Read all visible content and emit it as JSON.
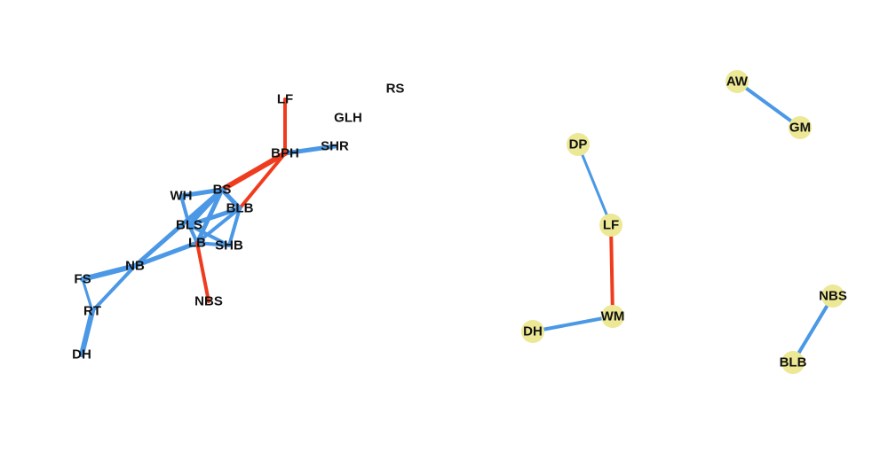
{
  "colors": {
    "positive_edge": "#4a98e6",
    "negative_edge": "#f03c1e",
    "node_fill": "#ece896",
    "label": "#111111"
  },
  "graphs": [
    {
      "id": "network-left",
      "nodes": [
        {
          "id": "LF",
          "label": "LF"
        },
        {
          "id": "GLH",
          "label": "GLH"
        },
        {
          "id": "RS",
          "label": "RS"
        },
        {
          "id": "BPH",
          "label": "BPH"
        },
        {
          "id": "SHR",
          "label": "SHR"
        },
        {
          "id": "WH",
          "label": "WH"
        },
        {
          "id": "BS",
          "label": "BS"
        },
        {
          "id": "BLB",
          "label": "BLB"
        },
        {
          "id": "BLS",
          "label": "BLS"
        },
        {
          "id": "LB",
          "label": "LB"
        },
        {
          "id": "SHB",
          "label": "SHB"
        },
        {
          "id": "NB",
          "label": "NB"
        },
        {
          "id": "FS",
          "label": "FS"
        },
        {
          "id": "RT",
          "label": "RT"
        },
        {
          "id": "NBS",
          "label": "NBS"
        },
        {
          "id": "DH",
          "label": "DH"
        }
      ],
      "edges": [
        {
          "from": "LF",
          "to": "BPH",
          "sign": "negative"
        },
        {
          "from": "BPH",
          "to": "SHR",
          "sign": "positive"
        },
        {
          "from": "BPH",
          "to": "BS",
          "sign": "negative"
        },
        {
          "from": "BPH",
          "to": "BLB",
          "sign": "negative"
        },
        {
          "from": "WH",
          "to": "BS",
          "sign": "positive"
        },
        {
          "from": "WH",
          "to": "BLS",
          "sign": "positive"
        },
        {
          "from": "BS",
          "to": "BLS",
          "sign": "positive"
        },
        {
          "from": "BS",
          "to": "LB",
          "sign": "positive"
        },
        {
          "from": "BS",
          "to": "BLB",
          "sign": "positive"
        },
        {
          "from": "BS",
          "to": "NB",
          "sign": "positive"
        },
        {
          "from": "BLB",
          "to": "BLS",
          "sign": "positive"
        },
        {
          "from": "BLB",
          "to": "LB",
          "sign": "positive"
        },
        {
          "from": "BLB",
          "to": "SHB",
          "sign": "positive"
        },
        {
          "from": "BLS",
          "to": "LB",
          "sign": "positive"
        },
        {
          "from": "BLS",
          "to": "SHB",
          "sign": "positive"
        },
        {
          "from": "LB",
          "to": "SHB",
          "sign": "positive"
        },
        {
          "from": "LB",
          "to": "NB",
          "sign": "positive"
        },
        {
          "from": "LB",
          "to": "NBS",
          "sign": "negative"
        },
        {
          "from": "NB",
          "to": "FS",
          "sign": "positive"
        },
        {
          "from": "NB",
          "to": "RT",
          "sign": "positive"
        },
        {
          "from": "FS",
          "to": "RT",
          "sign": "positive"
        },
        {
          "from": "RT",
          "to": "DH",
          "sign": "positive"
        }
      ]
    },
    {
      "id": "network-middle",
      "nodes": [
        {
          "id": "DP",
          "label": "DP"
        },
        {
          "id": "LF",
          "label": "LF"
        },
        {
          "id": "WM",
          "label": "WM"
        },
        {
          "id": "DH",
          "label": "DH"
        }
      ],
      "edges": [
        {
          "from": "DP",
          "to": "LF",
          "sign": "positive"
        },
        {
          "from": "LF",
          "to": "WM",
          "sign": "negative"
        },
        {
          "from": "WM",
          "to": "DH",
          "sign": "positive"
        }
      ]
    },
    {
      "id": "network-top-right",
      "nodes": [
        {
          "id": "AW",
          "label": "AW"
        },
        {
          "id": "GM",
          "label": "GM"
        }
      ],
      "edges": [
        {
          "from": "AW",
          "to": "GM",
          "sign": "positive"
        }
      ]
    },
    {
      "id": "network-bottom-right",
      "nodes": [
        {
          "id": "NBS",
          "label": "NBS"
        },
        {
          "id": "BLB",
          "label": "BLB"
        }
      ],
      "edges": [
        {
          "from": "NBS",
          "to": "BLB",
          "sign": "positive"
        }
      ]
    }
  ]
}
